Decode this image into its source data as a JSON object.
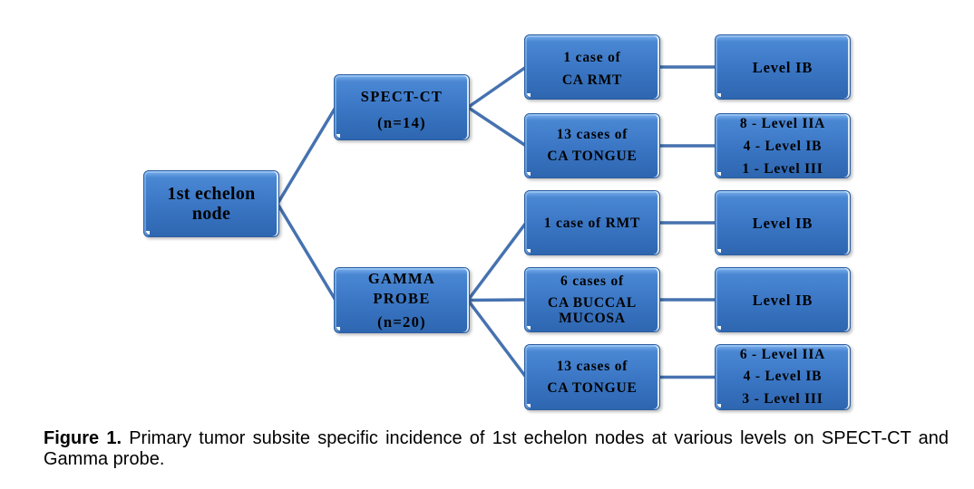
{
  "figure": {
    "root": {
      "lines": [
        "1st echelon",
        "node"
      ]
    },
    "methods": [
      {
        "lines": [
          "SPECT-CT",
          "(n=14)"
        ],
        "subsites": [
          {
            "lines": [
              "1 case of",
              "CA RMT"
            ],
            "levels": [
              "Level IB"
            ]
          },
          {
            "lines": [
              "13 cases of",
              "CA TONGUE"
            ],
            "levels": [
              "8 - Level IIA",
              "4 - Level IB",
              "1 - Level III"
            ]
          }
        ]
      },
      {
        "lines": [
          "GAMMA",
          "PROBE",
          "(n=20)"
        ],
        "subsites": [
          {
            "lines": [
              "1 case of RMT"
            ],
            "levels": [
              "Level IB"
            ]
          },
          {
            "lines": [
              "6 cases of",
              "CA BUCCAL",
              "MUCOSA"
            ],
            "levels": [
              "Level IB"
            ]
          },
          {
            "lines": [
              "13 cases of",
              "CA TONGUE"
            ],
            "levels": [
              "6 - Level IIA",
              "4 - Level IB",
              "3 - Level III"
            ]
          }
        ]
      }
    ]
  },
  "caption": {
    "label": "Figure 1.",
    "text": "Primary tumor subsite specific incidence of 1st echelon nodes at various levels on SPECT-CT and Gamma probe."
  },
  "colors": {
    "box_fill_highlight": "#7DB1EC",
    "box_fill_top": "#4A87D3",
    "box_fill_middle": "#3B77C5",
    "box_fill_bottom": "#2E66B0",
    "box_border": "#2C5E9F",
    "connector": "#4672B0",
    "label_text": "#000000",
    "caption_text": "#000000"
  }
}
